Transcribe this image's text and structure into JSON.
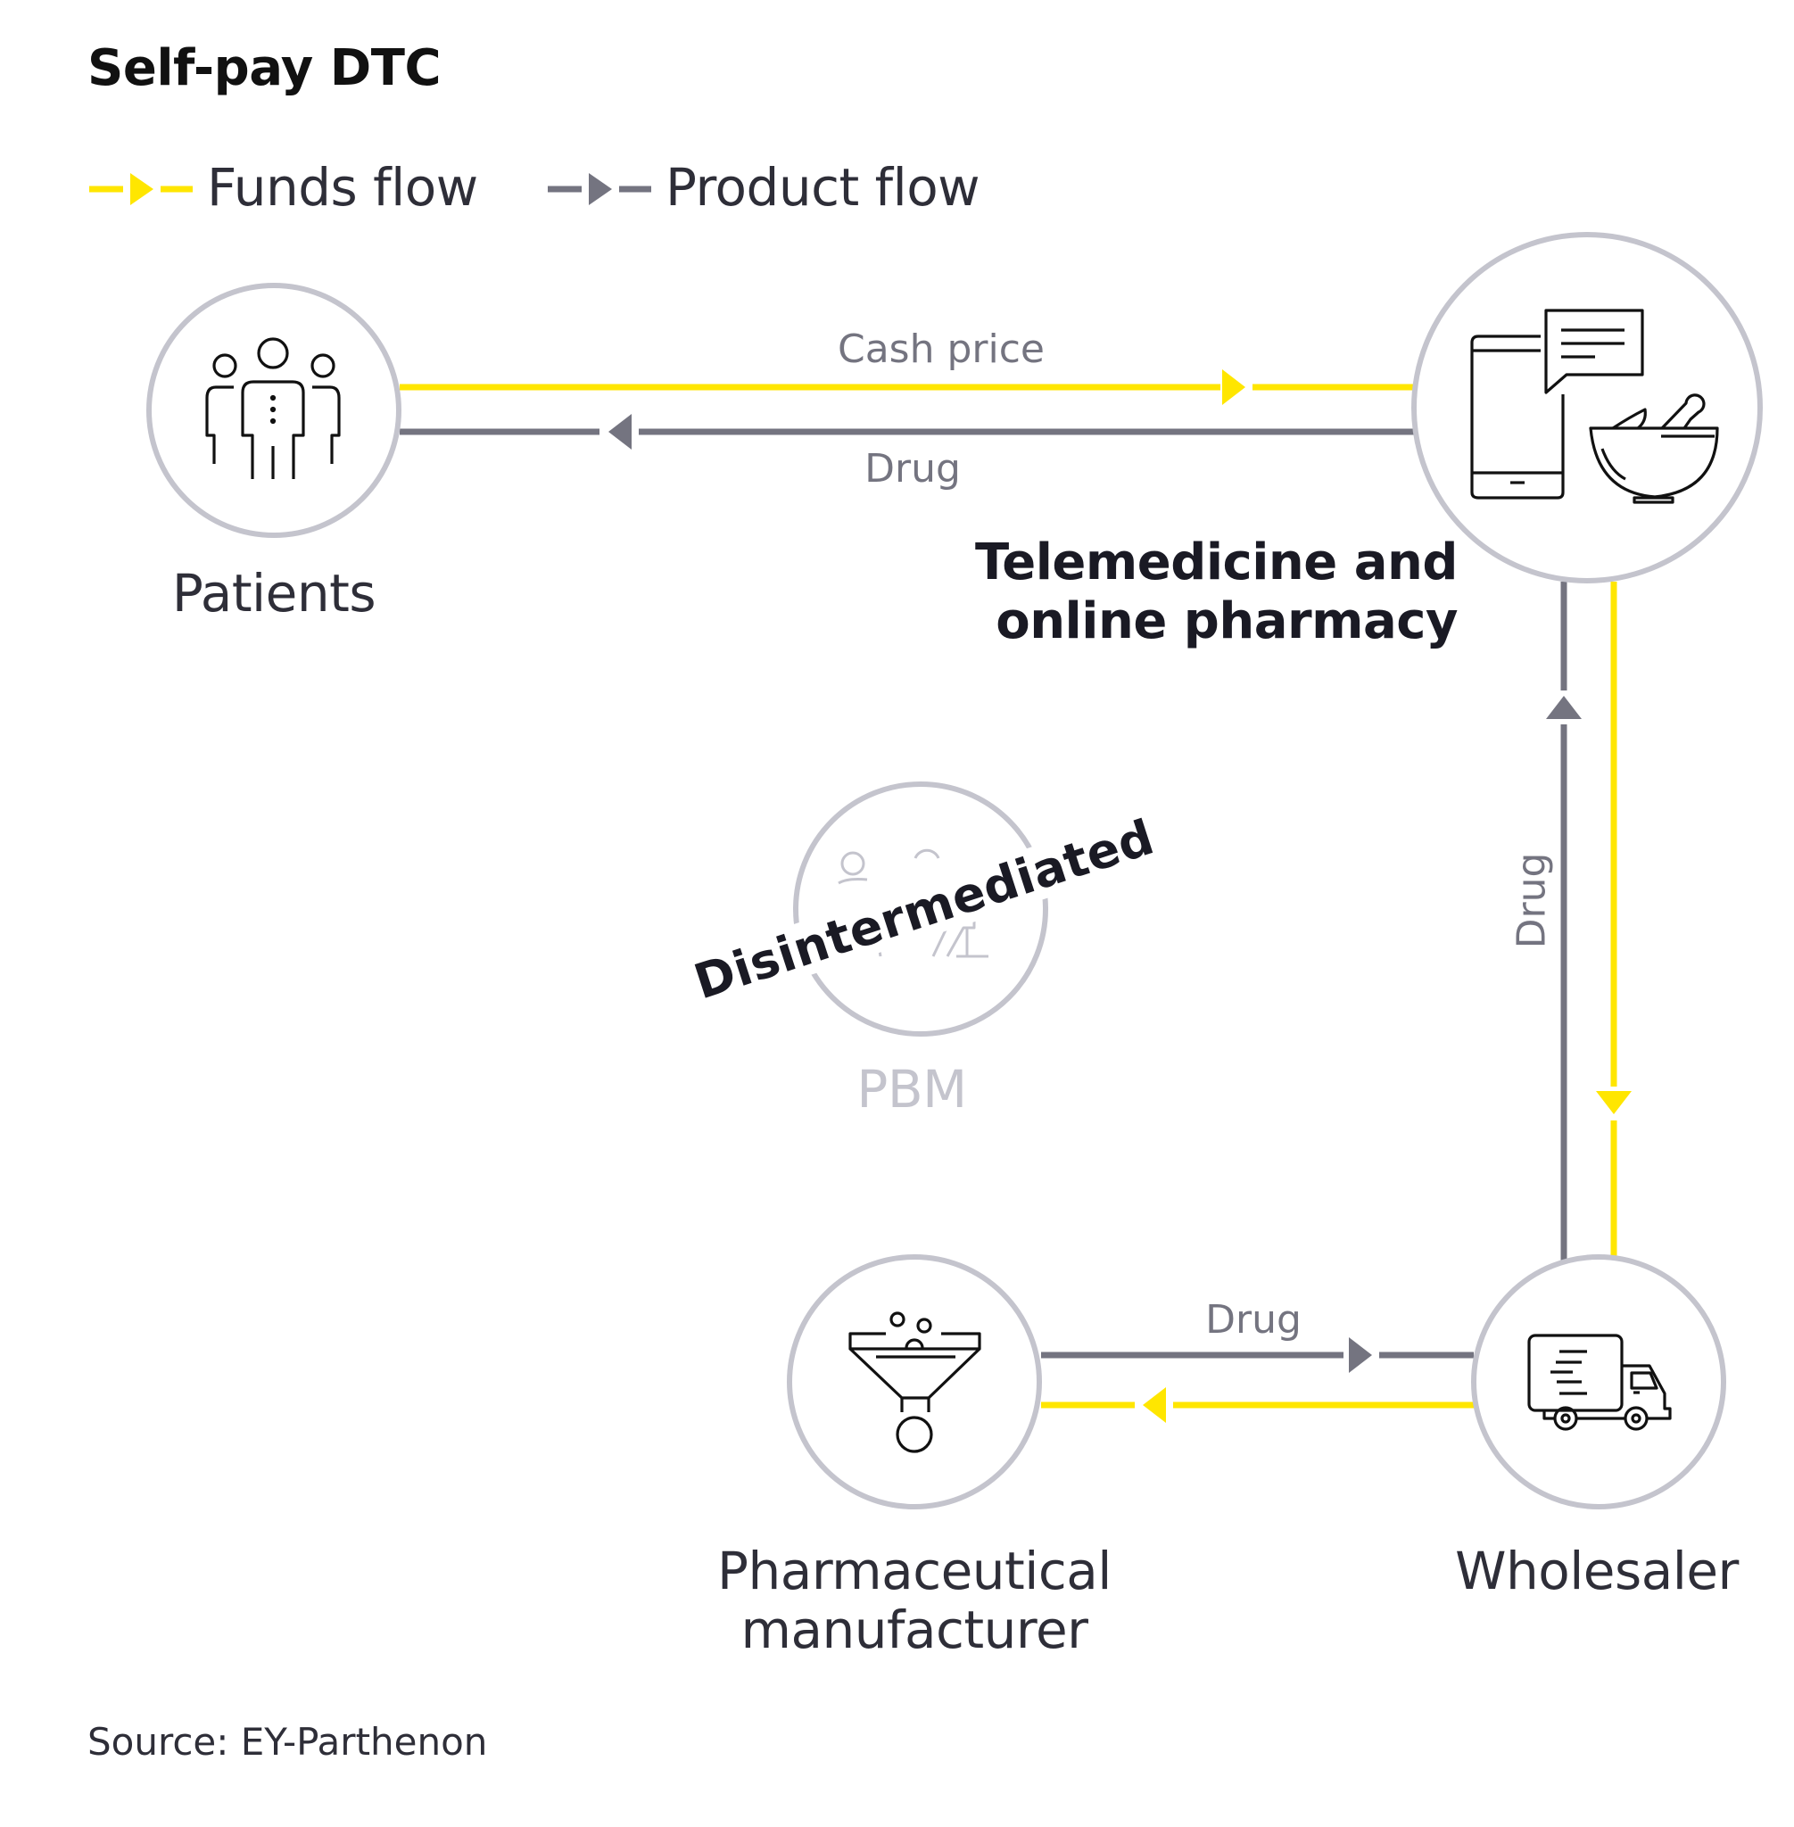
{
  "title": "Self-pay DTC",
  "colors": {
    "funds": "#FFE600",
    "product": "#747480",
    "circle_outline": "#C4C4CD",
    "icon": "#111111",
    "faded": "#C4C4CD"
  },
  "legend": [
    {
      "label": "Funds flow",
      "type": "funds"
    },
    {
      "label": "Product flow",
      "type": "product"
    }
  ],
  "nodes": {
    "patients": {
      "label": "Patients",
      "icon": "people-icon"
    },
    "telemedicine": {
      "label_line1": "Telemedicine and",
      "label_line2": "online pharmacy",
      "icon": "tablet-chat-mortar-pestle-icon"
    },
    "pbm": {
      "label": "PBM",
      "icon": "pbm-desk-icon",
      "status": "Disintermediated"
    },
    "manufacturer": {
      "label_line1": "Pharmaceutical",
      "label_line2": "manufacturer",
      "icon": "funnel-icon"
    },
    "wholesaler": {
      "label": "Wholesaler",
      "icon": "delivery-truck-icon"
    }
  },
  "flows": [
    {
      "from": "Patients",
      "to": "Telemedicine and online pharmacy",
      "type": "funds",
      "label": "Cash price"
    },
    {
      "from": "Telemedicine and online pharmacy",
      "to": "Patients",
      "type": "product",
      "label": "Drug"
    },
    {
      "from": "Telemedicine and online pharmacy",
      "to": "Wholesaler",
      "type": "funds",
      "label": ""
    },
    {
      "from": "Wholesaler",
      "to": "Telemedicine and online pharmacy",
      "type": "product",
      "label": "Drug"
    },
    {
      "from": "Pharmaceutical manufacturer",
      "to": "Wholesaler",
      "type": "product",
      "label": "Drug"
    },
    {
      "from": "Wholesaler",
      "to": "Pharmaceutical manufacturer",
      "type": "funds",
      "label": ""
    }
  ],
  "flow_labels": {
    "cash_price": "Cash price",
    "drug_top": "Drug",
    "drug_right": "Drug",
    "drug_bottom": "Drug"
  },
  "source": "Source: EY-Parthenon"
}
